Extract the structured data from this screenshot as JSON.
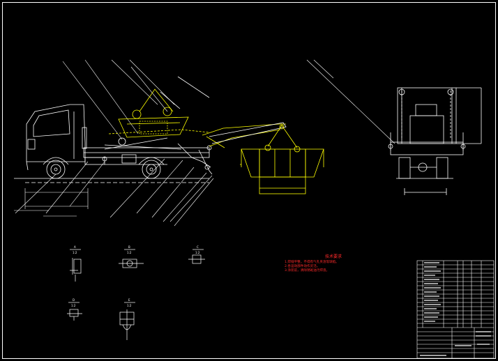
{
  "colors": {
    "background": "#000000",
    "lines": "#ffffff",
    "dump_body": "#ffff00",
    "notes": "#ff2a2a"
  },
  "notes": {
    "title": "技术要求",
    "lines": [
      "1.焊缝平整，不得有气孔夹渣等缺陷。",
      "2.各运动部件动作灵活。",
      "3.涂装前，清除锈斑油污焊渣。"
    ]
  },
  "section_views": [
    {
      "label": "A",
      "scale": "1:2"
    },
    {
      "label": "B",
      "scale": "1:2"
    },
    {
      "label": "C",
      "scale": "1:2"
    },
    {
      "label": "D",
      "scale": "1:2"
    },
    {
      "label": "E",
      "scale": "1:2"
    }
  ]
}
